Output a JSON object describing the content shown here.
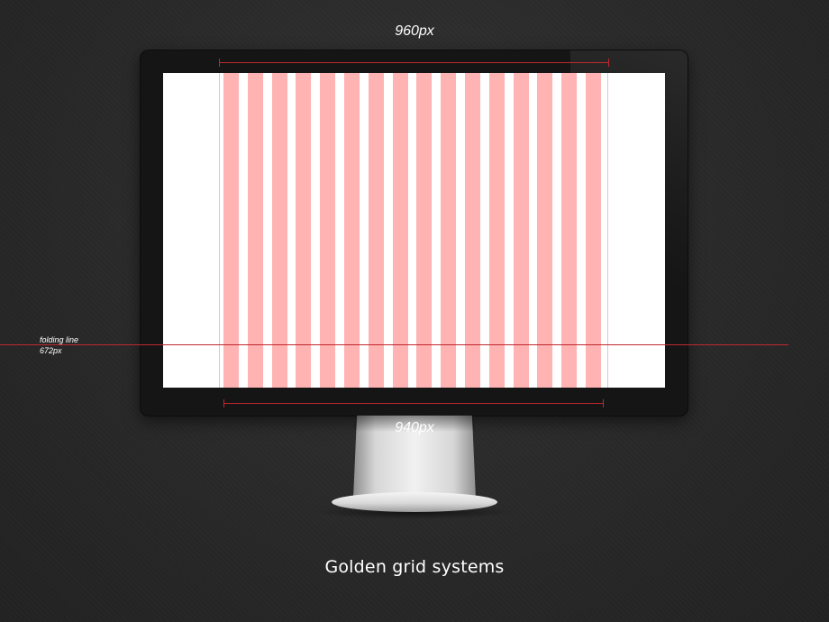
{
  "measurements": {
    "top_width_label": "960px",
    "bottom_width_label": "940px"
  },
  "folding_line": {
    "label": "folding line",
    "value": "672px"
  },
  "grid": {
    "column_count": 16,
    "column_color": "#ffb3b3",
    "screen_color": "#ffffff",
    "measure_color": "#c0272d"
  },
  "caption": "Golden grid systems"
}
